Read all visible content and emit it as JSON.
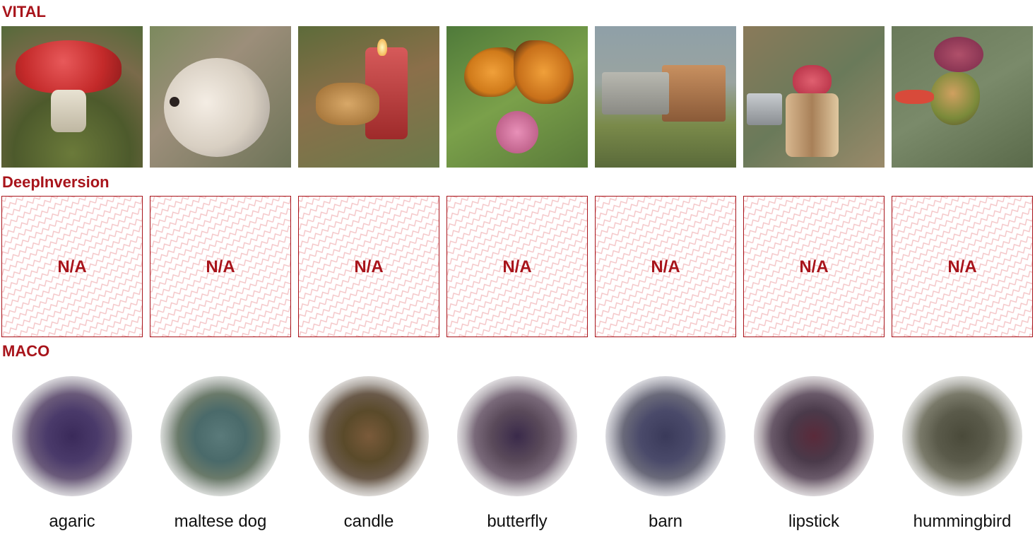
{
  "sections": {
    "vital": "VITAL",
    "deepinversion": "DeepInversion",
    "maco": "MACO"
  },
  "na_text": "N/A",
  "colors": {
    "title": "#a8141b",
    "border": "#a8141b",
    "hatch": "#f4c4c6"
  },
  "classes": [
    "agaric",
    "maltese dog",
    "candle",
    "butterfly",
    "barn",
    "lipstick",
    "hummingbird"
  ]
}
